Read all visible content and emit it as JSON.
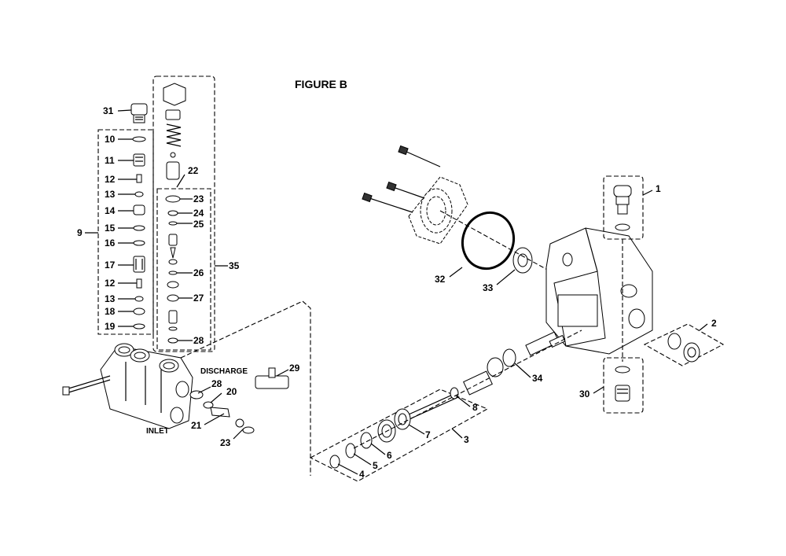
{
  "figure": {
    "title": "FIGURE B"
  },
  "labels": {
    "discharge": "DISCHARGE",
    "inlet": "INLET"
  },
  "callouts": {
    "c1": "1",
    "c2": "2",
    "c3": "3",
    "c4": "4",
    "c5": "5",
    "c6": "6",
    "c7": "7",
    "c8": "8",
    "c9": "9",
    "c10a": "10",
    "c11": "11",
    "c12a": "12",
    "c13a": "13",
    "c14": "14",
    "c15": "15",
    "c16": "16",
    "c17": "17",
    "c12b": "12",
    "c13b": "13",
    "c18": "18",
    "c19": "19",
    "c20": "20",
    "c21": "21",
    "c22": "22",
    "c23a": "23",
    "c24": "24",
    "c25": "25",
    "c26": "26",
    "c27": "27",
    "c28a": "28",
    "c28b": "28",
    "c23b": "23",
    "c29": "29",
    "c30": "30",
    "c31": "31",
    "c32": "32",
    "c33": "33",
    "c34": "34",
    "c35": "35"
  }
}
